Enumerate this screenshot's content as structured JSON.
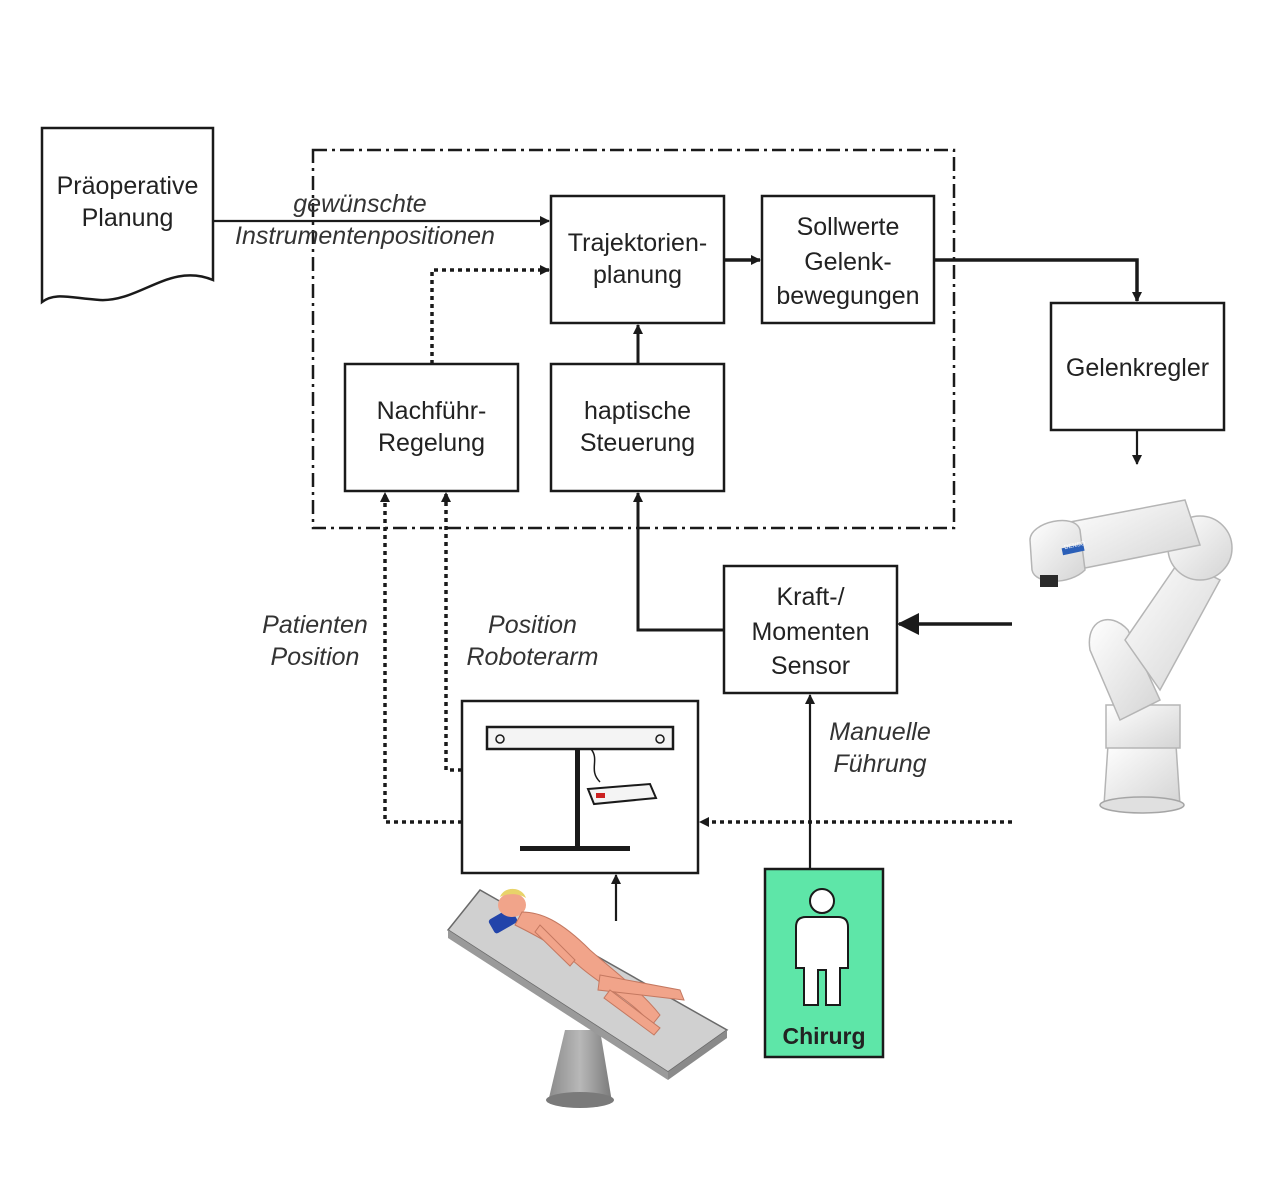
{
  "diagram": {
    "nodes": {
      "praeop": {
        "line1": "Präoperative",
        "line2": "Planung"
      },
      "trajektorie": {
        "line1": "Trajektorien-",
        "line2": "planung"
      },
      "sollwerte": {
        "line1": "Sollwerte",
        "line2": "Gelenk-",
        "line3": "bewegungen"
      },
      "gelenkregler": {
        "label": "Gelenkregler"
      },
      "nachfuehr": {
        "line1": "Nachführ-",
        "line2": "Regelung"
      },
      "haptisch": {
        "line1": "haptische",
        "line2": "Steuerung"
      },
      "kraft": {
        "line1": "Kraft-/",
        "line2": "Momenten",
        "line3": "Sensor"
      },
      "chirurg": {
        "label": "Chirurg"
      }
    },
    "edge_labels": {
      "instrumente": {
        "line1": "gewünschte",
        "line2": "Instrumentenpositionen"
      },
      "patienten": {
        "line1": "Patienten",
        "line2": "Position"
      },
      "roboterarm": {
        "line1": "Position",
        "line2": "Roboterarm"
      },
      "manuell": {
        "line1": "Manuelle",
        "line2": "Führung"
      }
    },
    "robot_brand": "DENSO",
    "colors": {
      "line": "#1a1a1a",
      "chirurg_fill": "#5ee6a8",
      "patient_skin": "#f1a48a",
      "table_top": "#c9c9c9",
      "robot": "#f2f2f2",
      "pillow": "#2244aa"
    },
    "icons": [
      "tracking-camera-icon",
      "patient-on-table-icon",
      "surgeon-icon",
      "robot-arm-icon"
    ]
  }
}
